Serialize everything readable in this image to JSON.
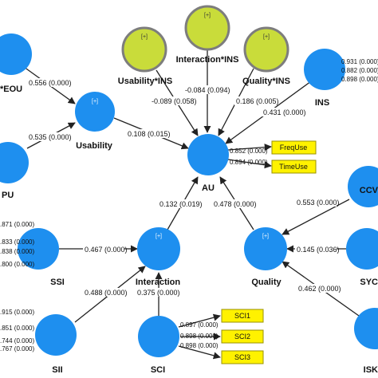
{
  "colors": {
    "construct": "#1e8fef",
    "interaction": "#c9dc3a",
    "interaction_border": "#7d7d7d",
    "indicator": "#fff200",
    "indicator_border": "#9a9200",
    "arrow": "#222222"
  },
  "plus": "[+]",
  "nodes": {
    "peou": {
      "label": "*EOU"
    },
    "pu": {
      "label": "PU"
    },
    "usab": {
      "label": "Usability",
      "plus": "[+]"
    },
    "uins": {
      "label": "Usability*INS",
      "plus": "[+]"
    },
    "iins": {
      "label": "Interaction*INS",
      "plus": "[+]"
    },
    "qins": {
      "label": "Quality*INS",
      "plus": "[+]"
    },
    "ins": {
      "label": "INS"
    },
    "au": {
      "label": "AU"
    },
    "ccv": {
      "label": "CCV"
    },
    "ssi": {
      "label": "SSI"
    },
    "inter": {
      "label": "Interaction",
      "plus": "[+]"
    },
    "qual": {
      "label": "Quality",
      "plus": "[+]"
    },
    "syc": {
      "label": "SYC"
    },
    "sii": {
      "label": "SII"
    },
    "sci": {
      "label": "SCI"
    },
    "isk": {
      "label": "ISK"
    }
  },
  "paths": {
    "peou_usab": "0.556 (0.000)",
    "pu_usab": "0.535 (0.000)",
    "usab_au": "0.108 (0.015)",
    "uins_au": "-0.089 (0.058)",
    "iins_au": "-0.084 (0.094)",
    "qins_au": "0.186 (0.005)",
    "ins_au": "0.431 (0.000)",
    "inter_au": "0.132 (0.019)",
    "qual_au": "0.478 (0.000)",
    "ssi_inter": "0.467 (0.000)",
    "sii_inter": "0.488 (0.000)",
    "sci_inter": "0.375 (0.000)",
    "ccv_qual": "0.553 (0.000)",
    "syc_qual": "0.145 (0.036)",
    "isk_qual": "0.462 (0.000)"
  },
  "loadings": {
    "ins": [
      "0.931 (0.000)",
      "0.882 (0.000)",
      "0.898 (0.000)"
    ],
    "au": [
      "0.852 (0.000)",
      "0.894 (0.000)"
    ],
    "ssi": [
      ".871 (0.000)",
      ".833 (0.000)",
      ".838 (0.000)",
      ".800 (0.000)"
    ],
    "sii": [
      ".915 (0.000)",
      ".851 (0.000)",
      ".744 (0.000)",
      ".767 (0.000)"
    ],
    "sci": [
      "0.897 (0.000)",
      "0.898 (0.000)",
      "0.898 (0.000)"
    ]
  },
  "indicators": {
    "au": [
      "FreqUse",
      "TimeUse"
    ],
    "sci": [
      "SCI1",
      "SCI2",
      "SCI3"
    ]
  }
}
